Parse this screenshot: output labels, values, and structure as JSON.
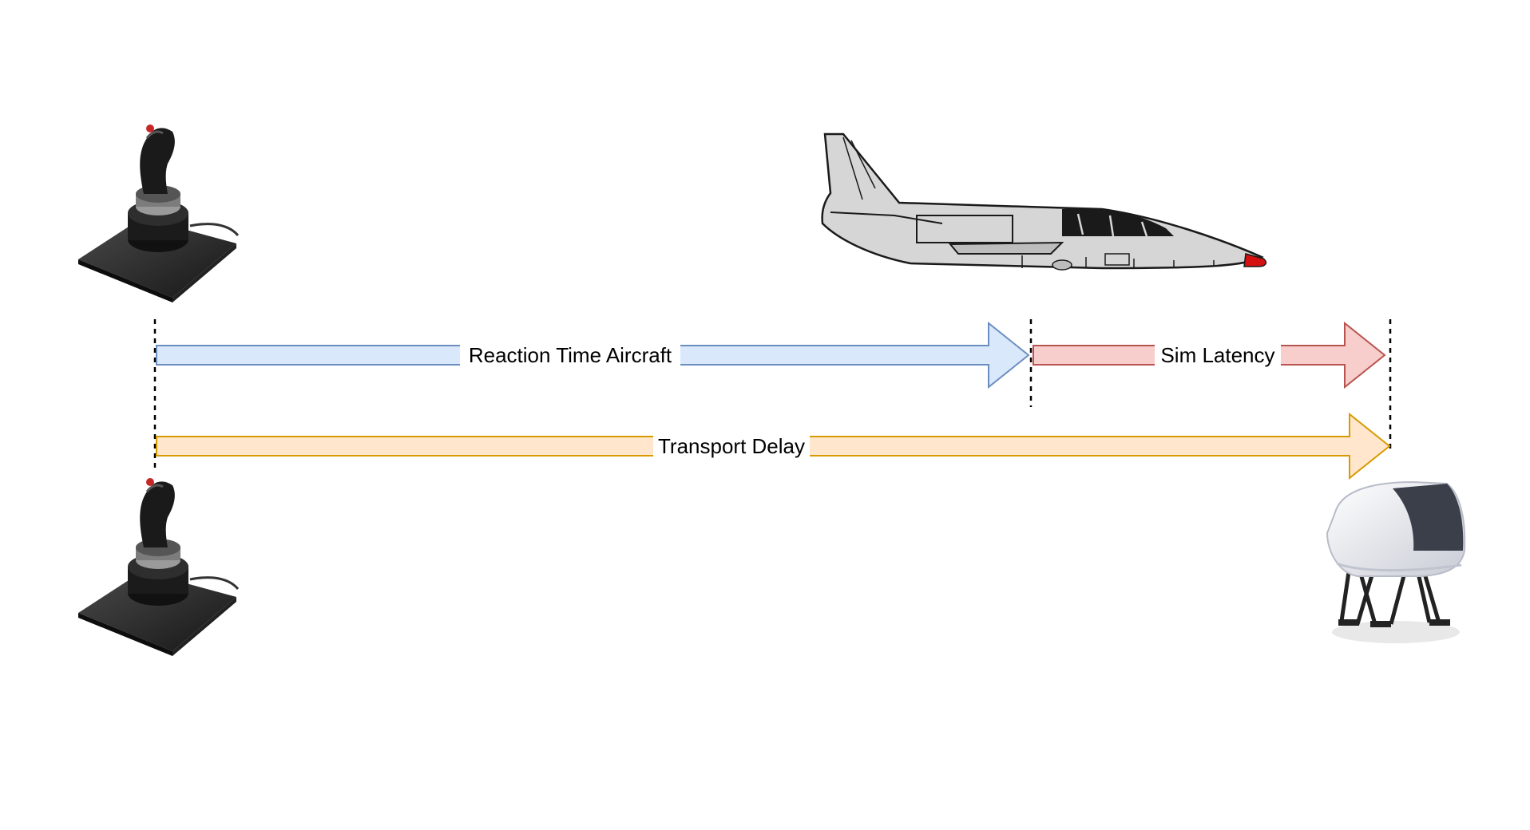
{
  "diagram": {
    "arrows": [
      {
        "id": "reaction",
        "label": "Reaction Time Aircraft",
        "fill": "#dae8fc",
        "stroke": "#6c8ebf"
      },
      {
        "id": "sim",
        "label": "Sim Latency",
        "fill": "#f8cecc",
        "stroke": "#b85450"
      },
      {
        "id": "transport",
        "label": "Transport Delay",
        "fill": "#ffe6cc",
        "stroke": "#d79b00"
      }
    ],
    "icons": [
      "joystick-icon",
      "aircraft-icon",
      "joystick-icon",
      "flight-simulator-icon"
    ]
  }
}
